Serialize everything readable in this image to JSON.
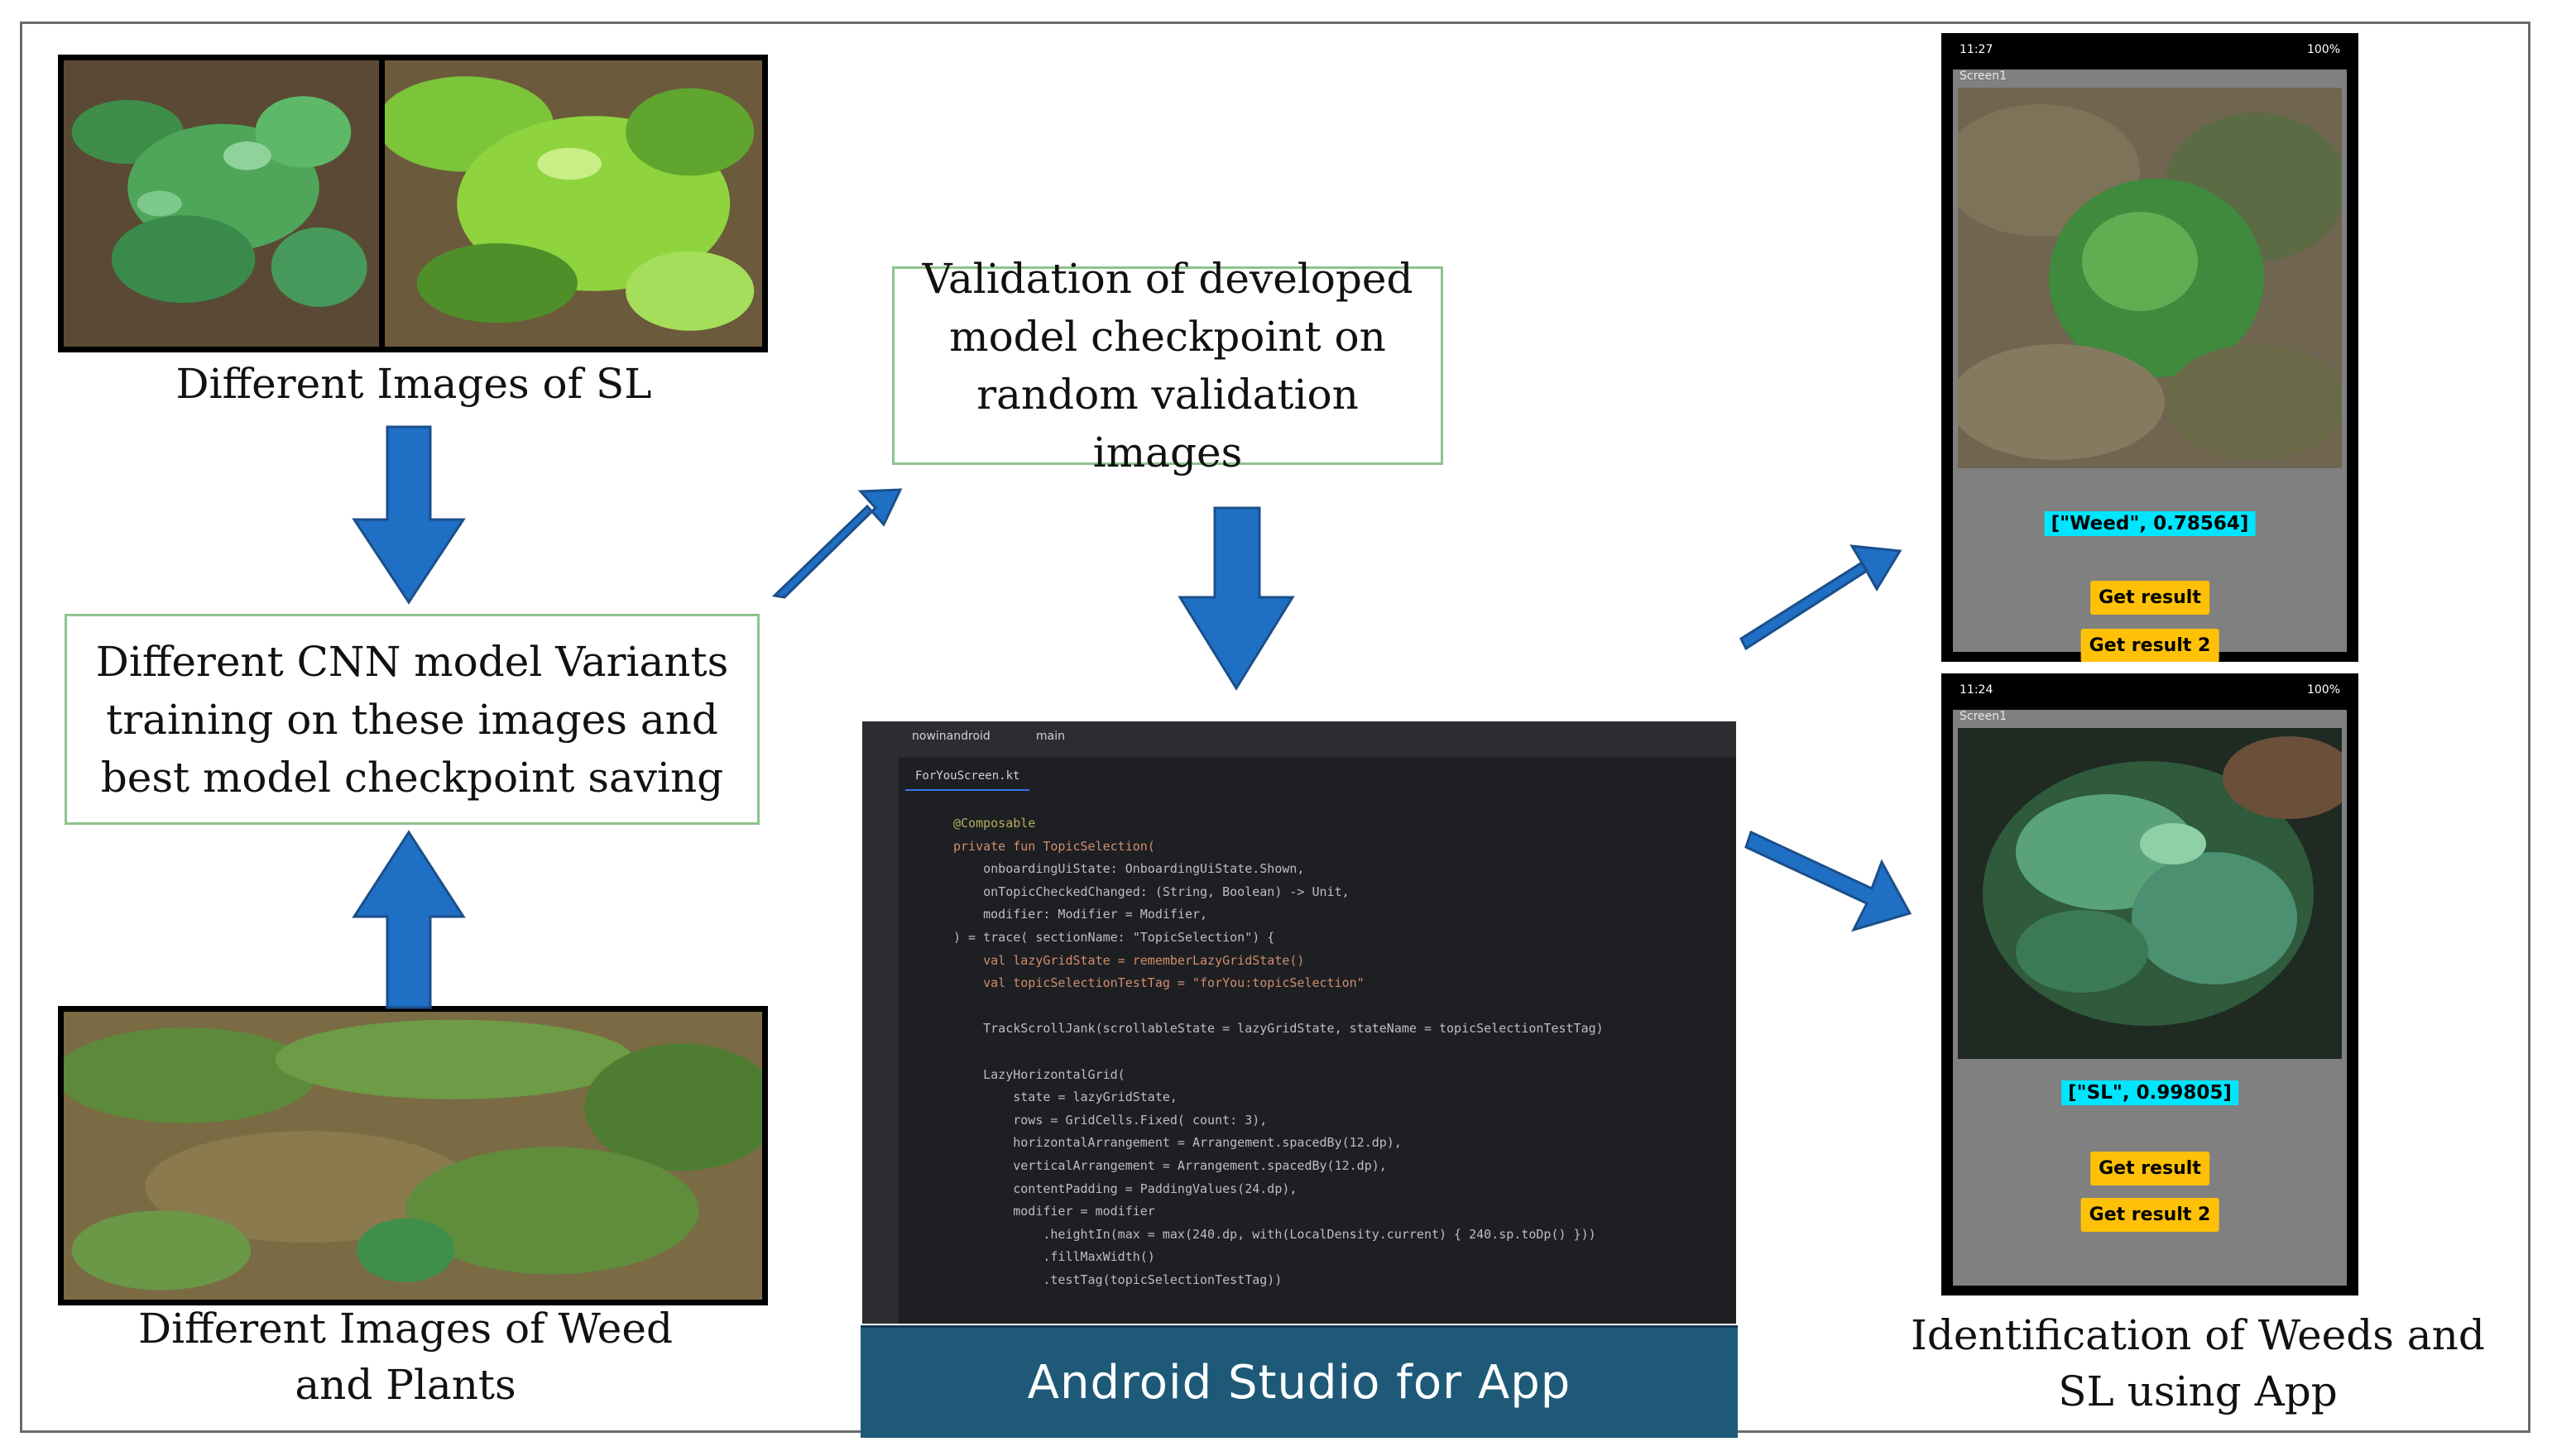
{
  "captions": {
    "sl_images": "Different Images of SL",
    "weed_images": "Different Images of Weed and Plants",
    "identification": "Identification of Weeds and SL using App"
  },
  "boxes": {
    "training": "Different CNN model Variants training on these images and best model checkpoint saving",
    "validation": "Validation of developed model checkpoint on random validation images"
  },
  "ide": {
    "project": "nowinandroid",
    "branch": "main",
    "file_tab": "ForYouScreen.kt",
    "label": "Android Studio for App",
    "code_lines": [
      "@Composable",
      "private fun TopicSelection(",
      "    onboardingUiState: OnboardingUiState.Shown,",
      "    onTopicCheckedChanged: (String, Boolean) -> Unit,",
      "    modifier: Modifier = Modifier,",
      ") = trace( sectionName: \"TopicSelection\") {",
      "    val lazyGridState = rememberLazyGridState()",
      "    val topicSelectionTestTag = \"forYou:topicSelection\"",
      "",
      "    TrackScrollJank(scrollableState = lazyGridState, stateName = topicSelectionTestTag)",
      "",
      "    LazyHorizontalGrid(",
      "        state = lazyGridState,",
      "        rows = GridCells.Fixed( count: 3),",
      "        horizontalArrangement = Arrangement.spacedBy(12.dp),",
      "        verticalArrangement = Arrangement.spacedBy(12.dp),",
      "        contentPadding = PaddingValues(24.dp),",
      "        modifier = modifier",
      "            .heightIn(max = max(240.dp, with(LocalDensity.current) { 240.sp.toDp() }))",
      "            .fillMaxWidth()",
      "            .testTag(topicSelectionTestTag))"
    ]
  },
  "phone_top": {
    "time": "11:27",
    "battery": "100%",
    "screen_title": "Screen1",
    "result": "[\"Weed\", 0.78564]",
    "button1": "Get result",
    "button2": "Get result 2"
  },
  "phone_bottom": {
    "time": "11:24",
    "battery": "100%",
    "screen_title": "Screen1",
    "result": "[\"SL\", 0.99805]",
    "button1": "Get result",
    "button2": "Get result 2"
  },
  "colors": {
    "arrow": "#1f6fc4",
    "box_border": "#8cc48c",
    "ide_label_bg": "#1e5a78",
    "result_bg": "#00e5ff",
    "button_bg": "#ffc107"
  }
}
